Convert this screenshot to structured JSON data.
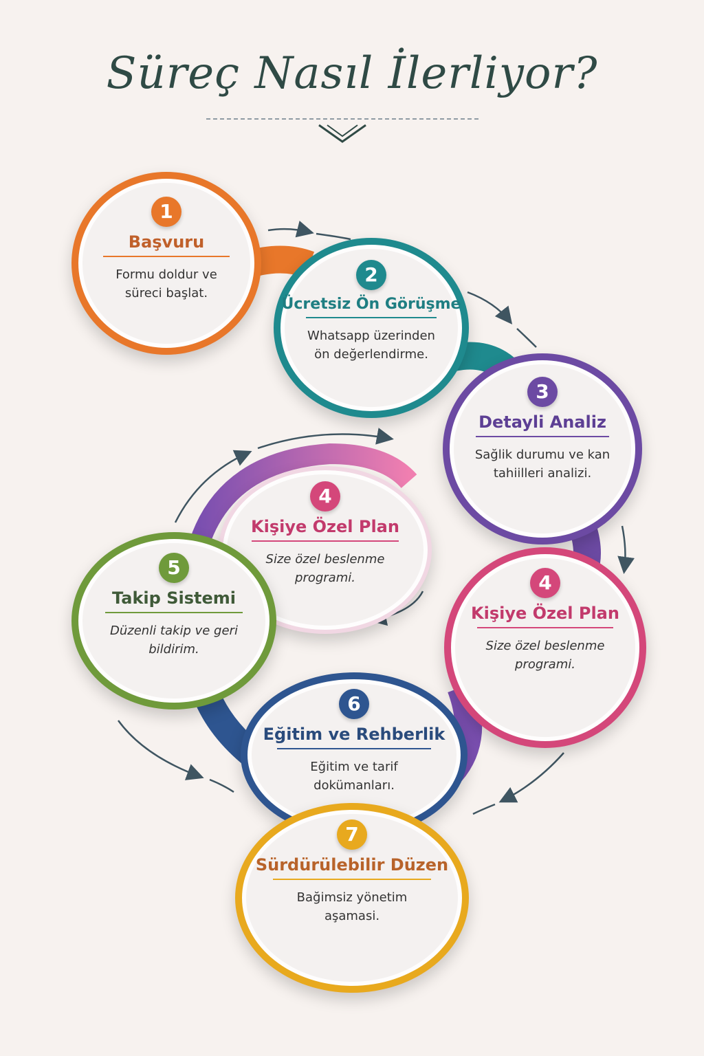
{
  "title": "Süreç Nasıl İlerliyor?",
  "steps": [
    {
      "number": "1",
      "title": "Başvuru",
      "description": "Formu doldur ve süreci başlat.",
      "color": "#e8772a"
    },
    {
      "number": "2",
      "title": "Ücretsiz Ön Görüşme",
      "description": "Whatsapp üzerinden ön değerlendirme.",
      "color": "#1f8a8e"
    },
    {
      "number": "3",
      "title": "Detayli Analiz",
      "description": "Sağlik durumu ve kan tahiilleri analizi.",
      "color": "#6c4aa3"
    },
    {
      "number": "4",
      "title": "Kişiye Özel Plan",
      "description": "Size özel beslenme programi.",
      "color": "#d4477a"
    },
    {
      "number": "4",
      "title": "Kişiye Özel Plan",
      "description": "Size özel beslenme programi.",
      "color": "#d4477a"
    },
    {
      "number": "5",
      "title": "Takip Sistemi",
      "description": "Düzenli takip ve geri bildirim.",
      "color": "#6f9a3b"
    },
    {
      "number": "6",
      "title": "Eğitim ve Rehberlik",
      "description": "Eğitim ve tarif dokümanları.",
      "color": "#2e5590"
    },
    {
      "number": "7",
      "title": "Sürdürülebilir Düzen",
      "description": "Bağimsiz yönetim aşamasi.",
      "color": "#e8a91e"
    }
  ]
}
